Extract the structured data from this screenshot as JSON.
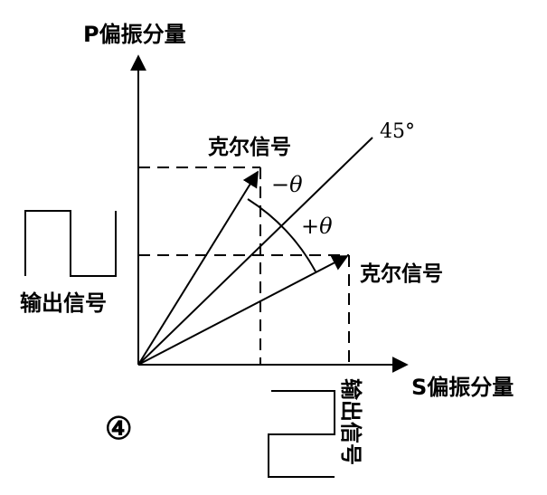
{
  "labels": {
    "p_axis": "P偏振分量",
    "s_axis": "S偏振分量",
    "kerr_signal_upper": "克尔信号",
    "kerr_signal_right": "克尔信号",
    "angle_45": "45°",
    "minus_theta": "−θ",
    "plus_theta": "+θ",
    "output_signal_left": "输出信号",
    "output_signal_bottom": "输出信号",
    "figure_number": "④"
  }
}
